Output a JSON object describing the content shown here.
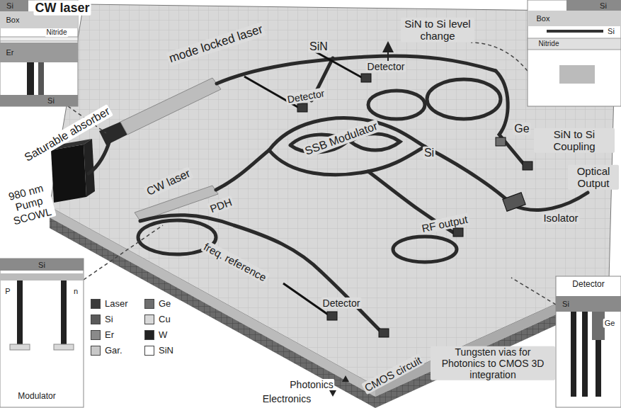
{
  "diagram": {
    "nodes": [
      {
        "text": [
          "Si",
          "CW laser",
          "Box",
          "Nitride",
          "Er",
          "Si"
        ]
      },
      {
        "text": [
          "Si",
          "Box",
          "Si",
          "Nitride",
          "SiN to Si Coupling"
        ]
      },
      {
        "text": [
          "Si",
          "P",
          "n",
          "Modulator"
        ]
      },
      {
        "text": [
          "Detector",
          "Si",
          "Ge"
        ]
      }
    ],
    "labels": [
      "mode locked laser",
      "SiN",
      "SiN to Si level change",
      "Detector",
      "Detector",
      "SSB Modulator",
      "Si",
      "Ge",
      "Optical Output",
      "Isolator",
      "Saturable absorber",
      "980 nm Pump SCOWL",
      "CW laser",
      "PDH",
      "RF output",
      "freq. reference",
      "Detector",
      "Photonics",
      "Electronics",
      "CMOS circuit",
      "Tungsten vias for Photonics to CMOS 3D integration"
    ],
    "legend": [
      {
        "text": "Laser",
        "color": "#3a3a3a"
      },
      {
        "text": "Ge",
        "color": "#6e6e6e"
      },
      {
        "text": "Si",
        "color": "#5a5a5a"
      },
      {
        "text": "Cu",
        "color": "#d9d9d9"
      },
      {
        "text": "Er",
        "color": "#8a8a8a"
      },
      {
        "text": "W",
        "color": "#222222"
      },
      {
        "text": "Gar.",
        "color": "#c8c8c8"
      },
      {
        "text": "SiN",
        "color": "#ffffff"
      }
    ]
  }
}
